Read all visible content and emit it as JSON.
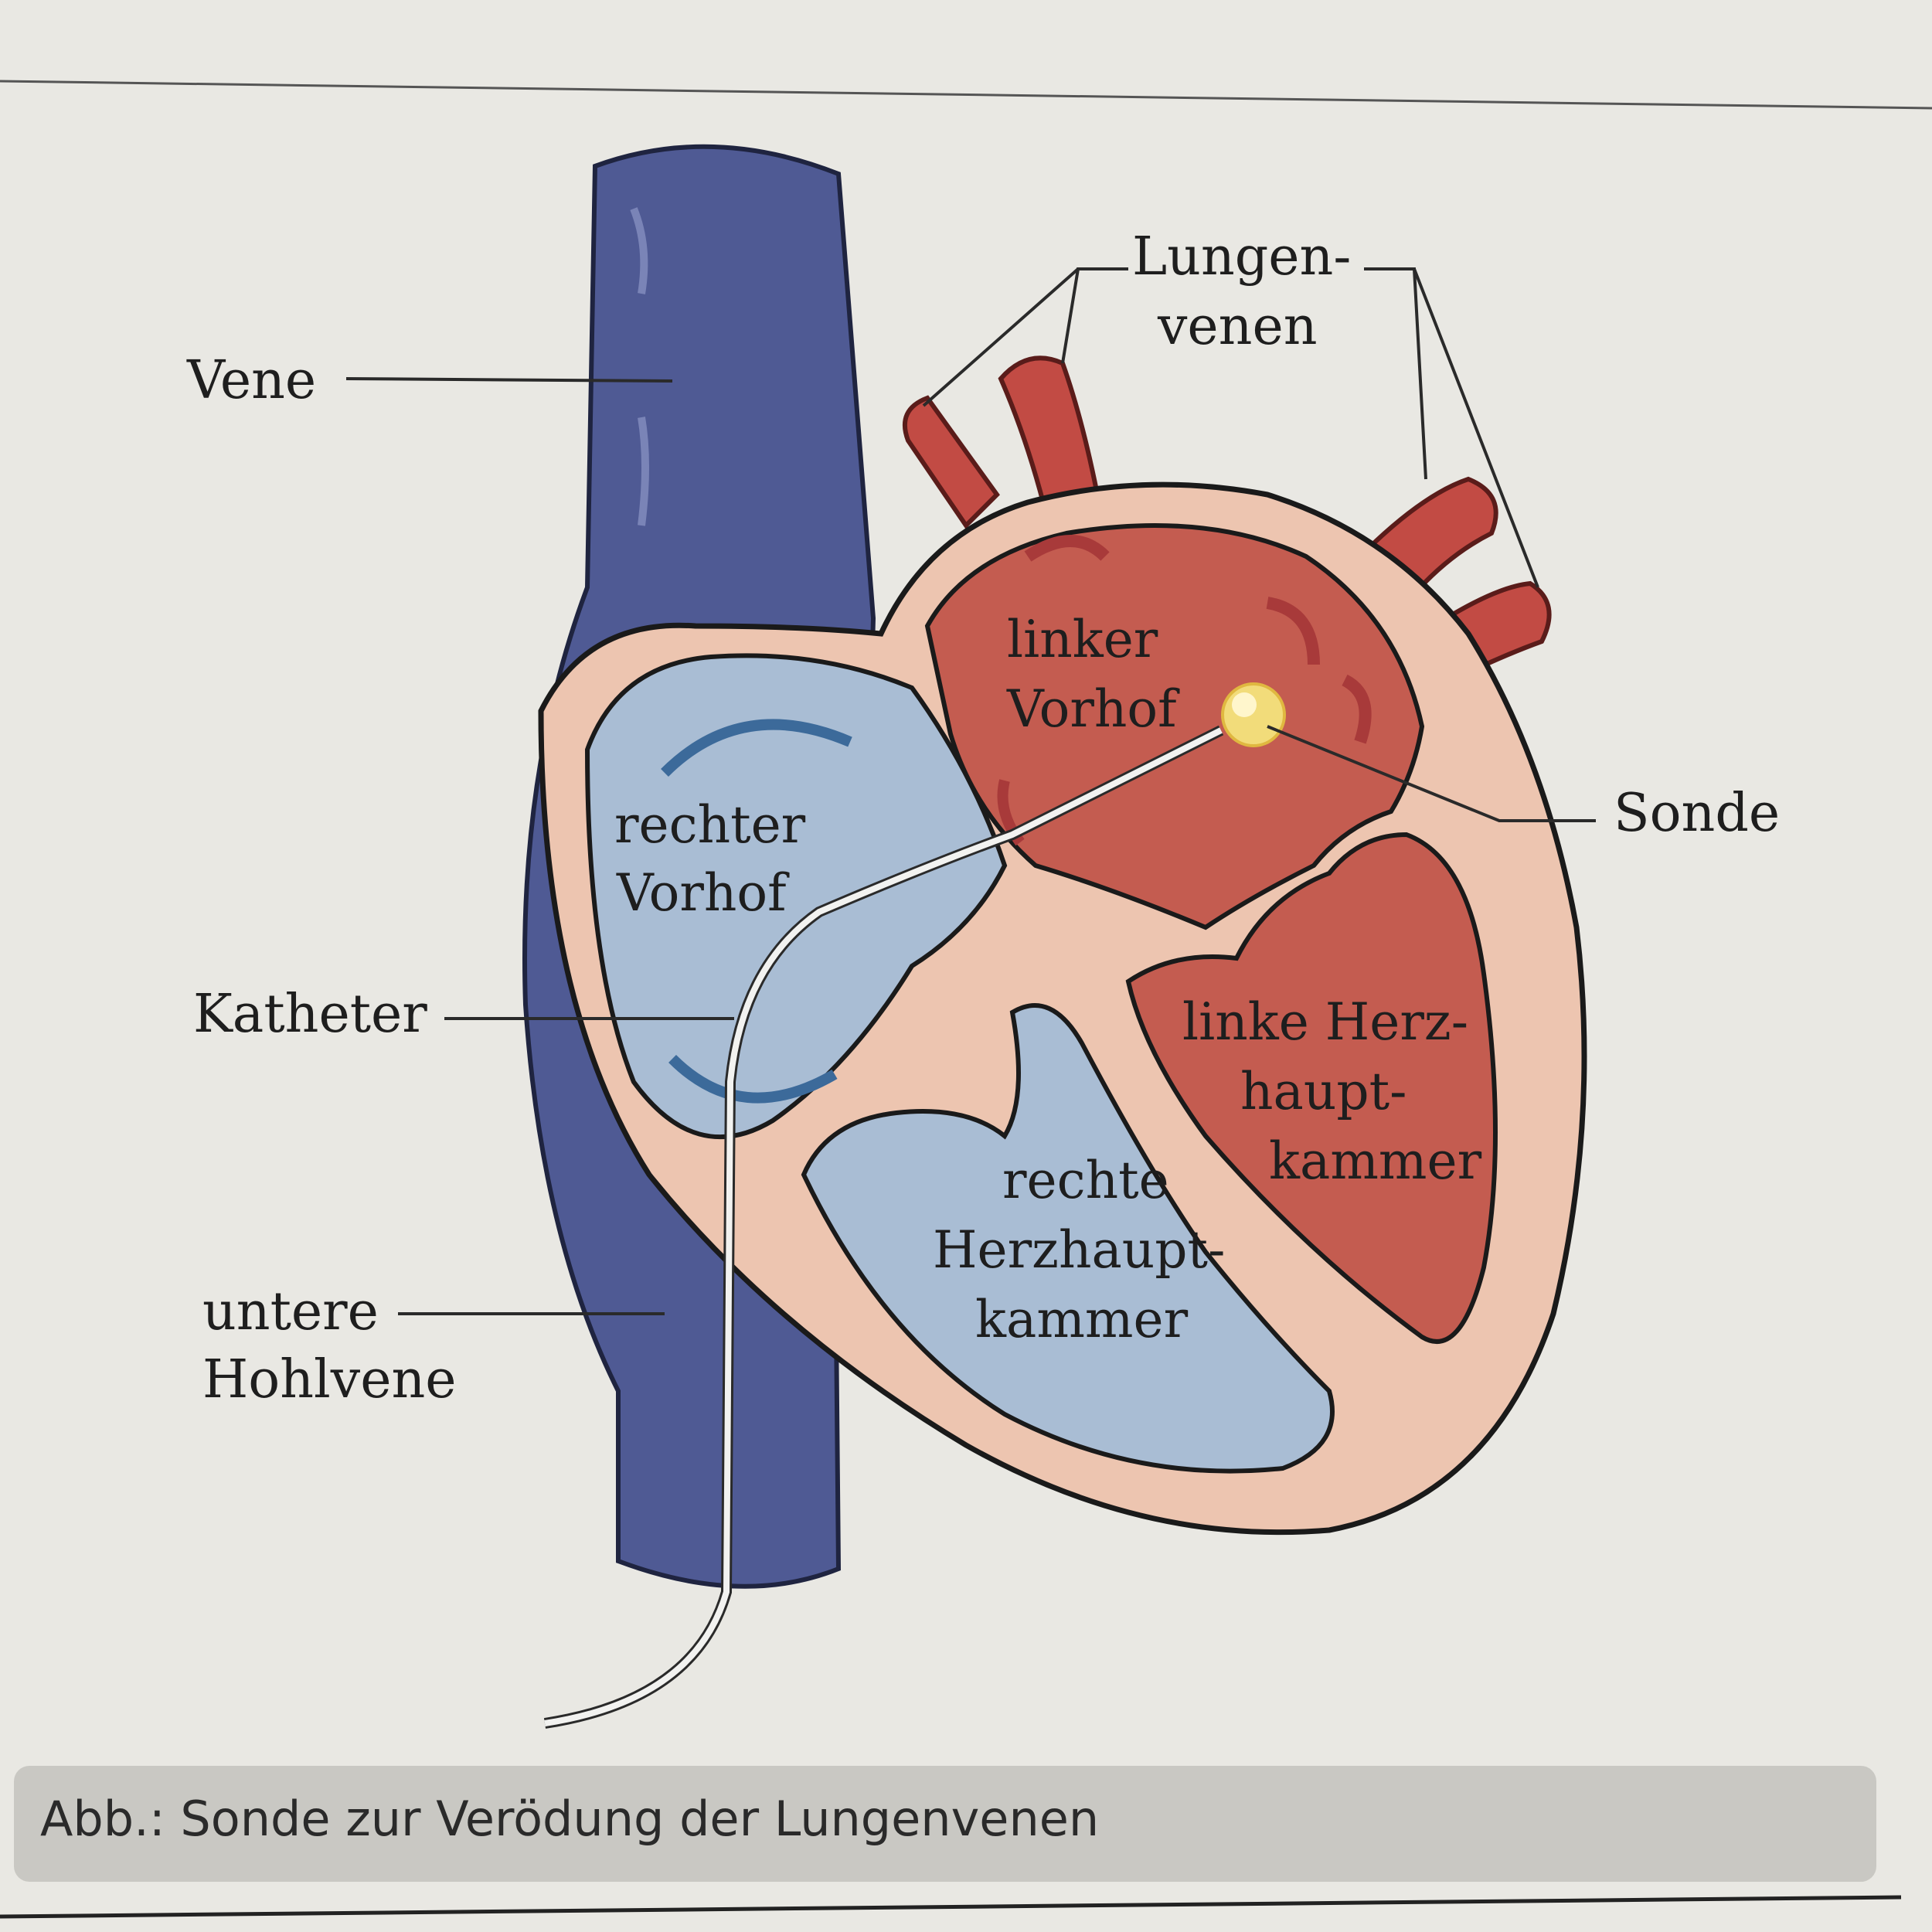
{
  "labels": {
    "vene": "Vene",
    "lungenvenen_1": "Lungen-",
    "lungenvenen_2": "venen",
    "linker_vorhof_1": "linker",
    "linker_vorhof_2": "Vorhof",
    "rechter_vorhof_1": "rechter",
    "rechter_vorhof_2": "Vorhof",
    "sonde": "Sonde",
    "katheter": "Katheter",
    "linke_kammer_1": "linke Herz-",
    "linke_kammer_2": "haupt-",
    "linke_kammer_3": "kammer",
    "rechte_kammer_1": "rechte",
    "rechte_kammer_2": "Herzhaupt-",
    "rechte_kammer_3": "kammer",
    "hohlvene_1": "untere",
    "hohlvene_2": "Hohlvene"
  },
  "caption": "Abb.: Sonde zur Verödung der Lungenvenen",
  "colors": {
    "vein": "#4f5a94",
    "heart_wall": "#edc5b0",
    "right_chamber": "#a9bdd4",
    "left_chamber": "#c45c50",
    "pulmonary_vein": "#c24b44",
    "probe": "#f2dc7a",
    "caption_band": "#c9c8c3"
  }
}
